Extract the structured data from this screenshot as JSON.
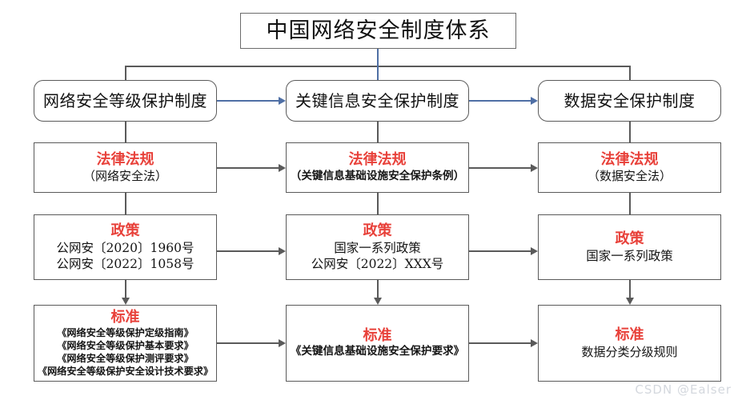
{
  "diagram": {
    "title": "中国网络安全制度体系",
    "columns": [
      {
        "id": "level-protection",
        "header": "网络安全等级保护制度",
        "law": {
          "heading": "法律法规",
          "lines": [
            "（网络安全法）"
          ]
        },
        "policy": {
          "heading": "政策",
          "lines": [
            "公网安〔2020〕1960号",
            "公网安〔2022〕1058号"
          ]
        },
        "standard": {
          "heading": "标准",
          "lines": [
            "《网络安全等级保护定级指南》",
            "《网络安全等级保护基本要求》",
            "《网络安全等级保护测评要求》",
            "《网络安全等级保护安全设计技术要求》"
          ]
        }
      },
      {
        "id": "critical-information",
        "header": "关键信息安全保护制度",
        "law": {
          "heading": "法律法规",
          "lines": [
            "（关键信息基础设施安全保护条例）"
          ]
        },
        "policy": {
          "heading": "政策",
          "lines": [
            "国家一系列政策",
            "公网安〔2022〕XXX号"
          ]
        },
        "standard": {
          "heading": "标准",
          "lines": [
            "《关键信息基础设施安全保护要求》"
          ]
        }
      },
      {
        "id": "data-security",
        "header": "数据安全保护制度",
        "law": {
          "heading": "法律法规",
          "lines": [
            "（数据安全法）"
          ]
        },
        "policy": {
          "heading": "政策",
          "lines": [
            "国家一系列政策"
          ]
        },
        "standard": {
          "heading": "标准",
          "lines": [
            "数据分类分级规则"
          ]
        }
      }
    ],
    "watermark": "CSDN @Ealser",
    "colors": {
      "heading_red": "#e8413a",
      "connector_gray": "#5a5a5a",
      "connector_blue": "#4f6fa5",
      "box_border": "#5a5a5a"
    }
  }
}
